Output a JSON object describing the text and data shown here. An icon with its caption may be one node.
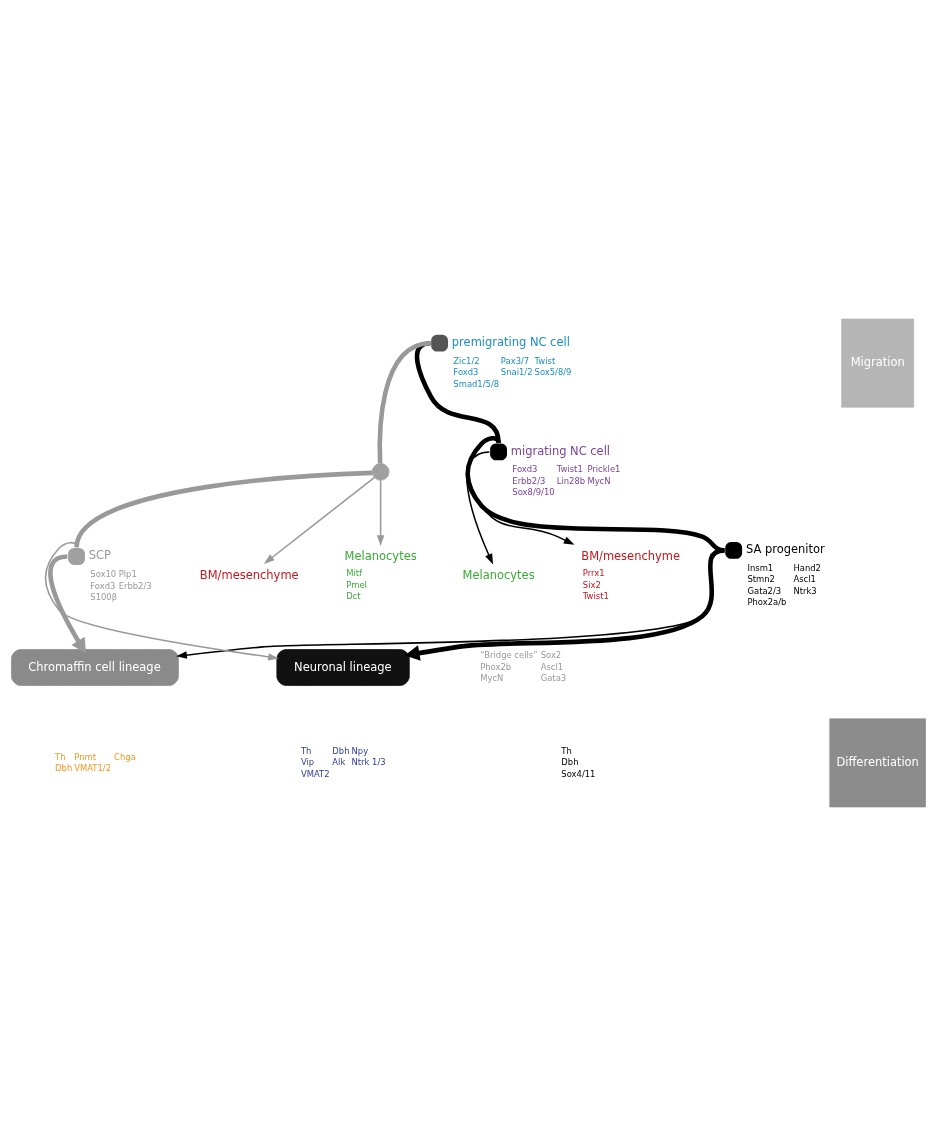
{
  "diagram": {
    "nodes": [
      {
        "text": [
          "premigrating NC cell"
        ],
        "beside": [
          "Zic1/2",
          "Pax3/7",
          "Twist",
          "Foxd3",
          "Snai1/2",
          "Sox5/8/9",
          "Smad1/5/8"
        ]
      },
      {
        "text": [
          "migrating NC cell"
        ],
        "beside": [
          "Foxd3",
          "Twist1",
          "Prickle1",
          "Erbb2/3",
          "Lin28b",
          "MycN",
          "Sox8/9/10"
        ]
      },
      {
        "text": [],
        "shape": "circle"
      },
      {
        "text": [
          "Melanocytes"
        ]
      },
      {
        "text": [
          "BM/mesenchyme"
        ],
        "beside": [
          "Prrx1",
          "Six2",
          "Twist1"
        ]
      },
      {
        "text": [
          "BM/mesenchyme"
        ]
      },
      {
        "text": [
          "Melanocytes"
        ],
        "beside": [
          "Mitf",
          "Pmel",
          "Dct"
        ]
      },
      {
        "text": [
          "SA progenitor"
        ],
        "beside": [
          "Insm1",
          "Hand2",
          "Stmn2",
          "Ascl1",
          "Gata2/3",
          "Ntrk3",
          "Phox2a/b"
        ]
      },
      {
        "text": [
          "SCP"
        ],
        "beside": [
          "Sox10",
          "Plp1",
          "Foxd3",
          "Erbb2/3",
          "S100β"
        ]
      },
      {
        "text": [
          "Chromaffin cell lineage"
        ],
        "beside": [
          "Th",
          "Pnmt",
          "Chga",
          "Dbh",
          "VMAT1/2"
        ]
      },
      {
        "text": [
          "Neuronal lineage"
        ],
        "beside": [
          "Th",
          "Dbh",
          "Npy",
          "Vip",
          "Alk",
          "Ntrk 1/3",
          "VMAT2"
        ]
      }
    ],
    "edges": [
      {
        "from": 0,
        "to": 1,
        "arrow": "none",
        "style": "thick"
      },
      {
        "from": 0,
        "to": 2,
        "arrow": "none",
        "style": "thick",
        "color": "#999999"
      },
      {
        "from": 1,
        "to": 3,
        "arrow": "to"
      },
      {
        "from": 1,
        "to": 4,
        "arrow": "to"
      },
      {
        "from": 2,
        "to": 5,
        "arrow": "to",
        "color": "#999999"
      },
      {
        "from": 2,
        "to": 6,
        "arrow": "to",
        "color": "#999999"
      },
      {
        "from": 1,
        "to": 7,
        "arrow": "none",
        "style": "thick"
      },
      {
        "from": 2,
        "to": 8,
        "arrow": "none",
        "style": "thick",
        "color": "#999999"
      },
      {
        "from": 8,
        "to": 9,
        "arrow": "to",
        "style": "thick",
        "color": "#999999"
      },
      {
        "from": 7,
        "to": 9,
        "arrow": "to"
      },
      {
        "from": 8,
        "to": 10,
        "arrow": "to",
        "color": "#999999"
      },
      {
        "from": 7,
        "to": 10,
        "arrow": "to",
        "style": "thick"
      }
    ],
    "labels": [
      "“Bridge cells”",
      "Sox2",
      "Phox2b",
      "Ascl1",
      "MycN",
      "Gata3",
      "Th",
      "Dbh",
      "Sox4/11",
      "Migration",
      "Differentiation"
    ]
  }
}
